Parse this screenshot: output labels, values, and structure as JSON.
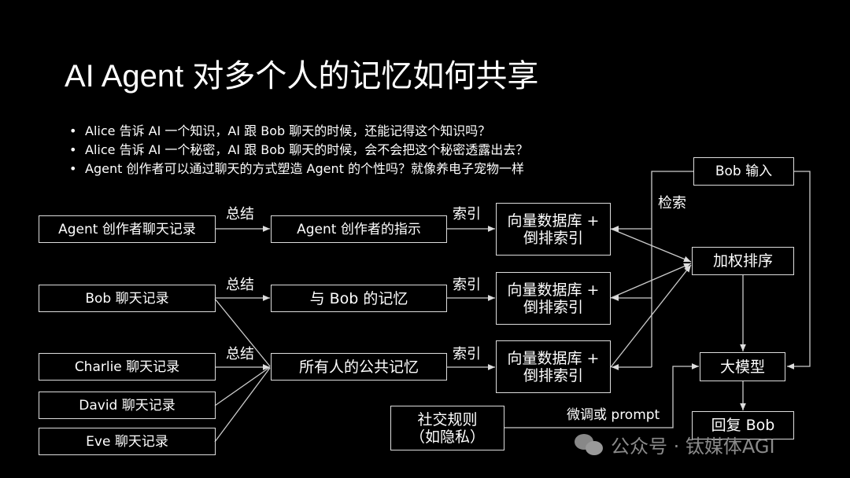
{
  "title": "AI Agent 对多个人的记忆如何共享",
  "bullets": [
    "Alice 告诉 AI 一个知识，AI 跟 Bob 聊天的时候，还能记得这个知识吗？",
    "Alice 告诉 AI 一个秘密，AI 跟 Bob 聊天的时候，会不会把这个秘密透露出去？",
    "Agent 创作者可以通过聊天的方式塑造 Agent 的个性吗？就像养电子宠物一样"
  ],
  "sources": [
    "Agent 创作者聊天记录",
    "Bob 聊天记录",
    "Charlie 聊天记录",
    "David 聊天记录",
    "Eve 聊天记录"
  ],
  "memories": [
    "Agent 创作者的指示",
    "与 Bob 的记忆",
    "所有人的公共记忆"
  ],
  "db": {
    "line1": "向量数据库 +",
    "line2": "倒排索引"
  },
  "edge_labels": {
    "summarize": "总结",
    "index": "索引",
    "retrieve": "检索",
    "finetune": "微调或 prompt"
  },
  "bob_input": "Bob 输入",
  "rerank": "加权排序",
  "llm": "大模型",
  "reply": "回复 Bob",
  "social_rules": {
    "line1": "社交规则",
    "line2": "（如隐私）"
  },
  "watermark": "公众号 · 钛媒体AGI"
}
